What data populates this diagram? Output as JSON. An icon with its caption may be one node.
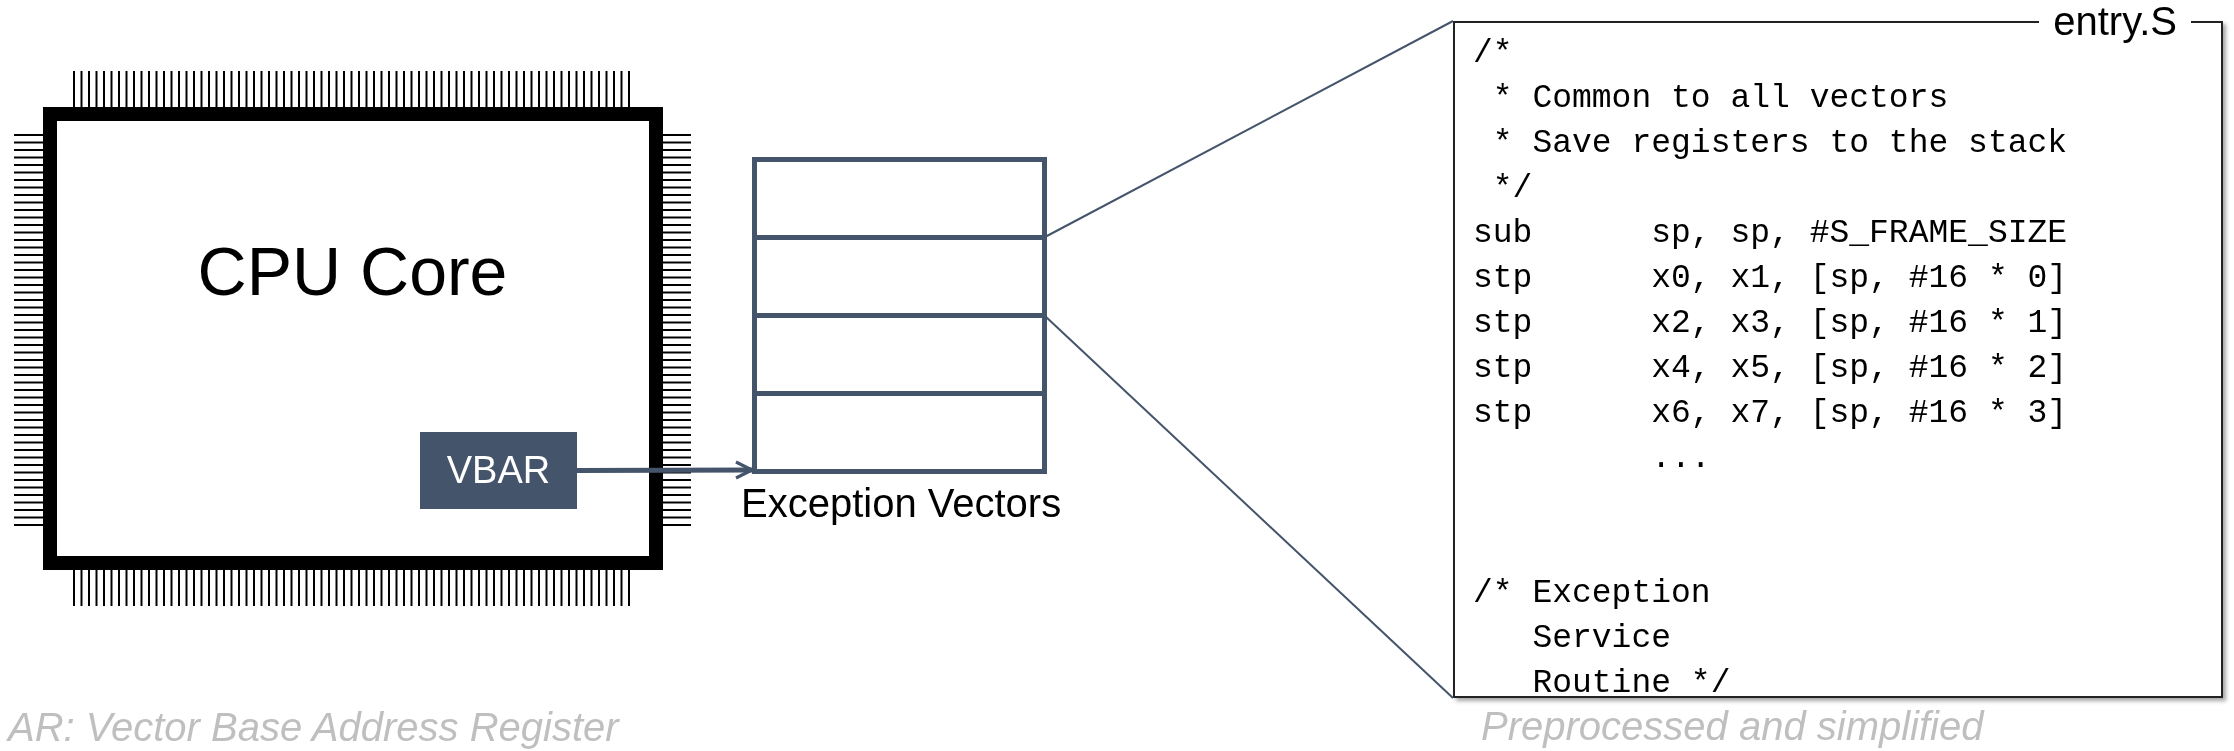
{
  "diagram": {
    "nodes": [
      {
        "text": [
          "CPU Core"
        ]
      },
      {
        "text": [
          "VBAR"
        ],
        "in": 0
      },
      {
        "text": [
          "Exception Vectors"
        ]
      },
      {
        "text": [],
        "shape": "box",
        "in": 2
      },
      {
        "text": [],
        "shape": "box",
        "in": 2
      },
      {
        "text": [],
        "shape": "box",
        "in": 2
      },
      {
        "text": [],
        "shape": "box",
        "in": 2
      },
      {
        "text": [
          "entry.S",
          "/*",
          " * Common to all vectors",
          " * Save registers to the stack",
          " */",
          "sub      sp, sp, #S_FRAME_SIZE",
          "stp      x0, x1, [sp, #16 * 0]",
          "stp      x2, x3, [sp, #16 * 1]",
          "stp      x4, x5, [sp, #16 * 2]",
          "stp      x6, x7, [sp, #16 * 3]",
          "         ...",
          "/* Exception",
          "   Service",
          "   Routine */"
        ],
        "beside": [
          "Preprocessed and simplified"
        ]
      }
    ],
    "edges": [
      {
        "from": 1,
        "to": 2,
        "arrow": "to"
      },
      {
        "from": 4,
        "to": 7,
        "arrow": "none"
      },
      {
        "from": 4,
        "to": 7,
        "arrow": "none"
      }
    ],
    "labels": [
      "AR: Vector Base Address Register"
    ]
  }
}
